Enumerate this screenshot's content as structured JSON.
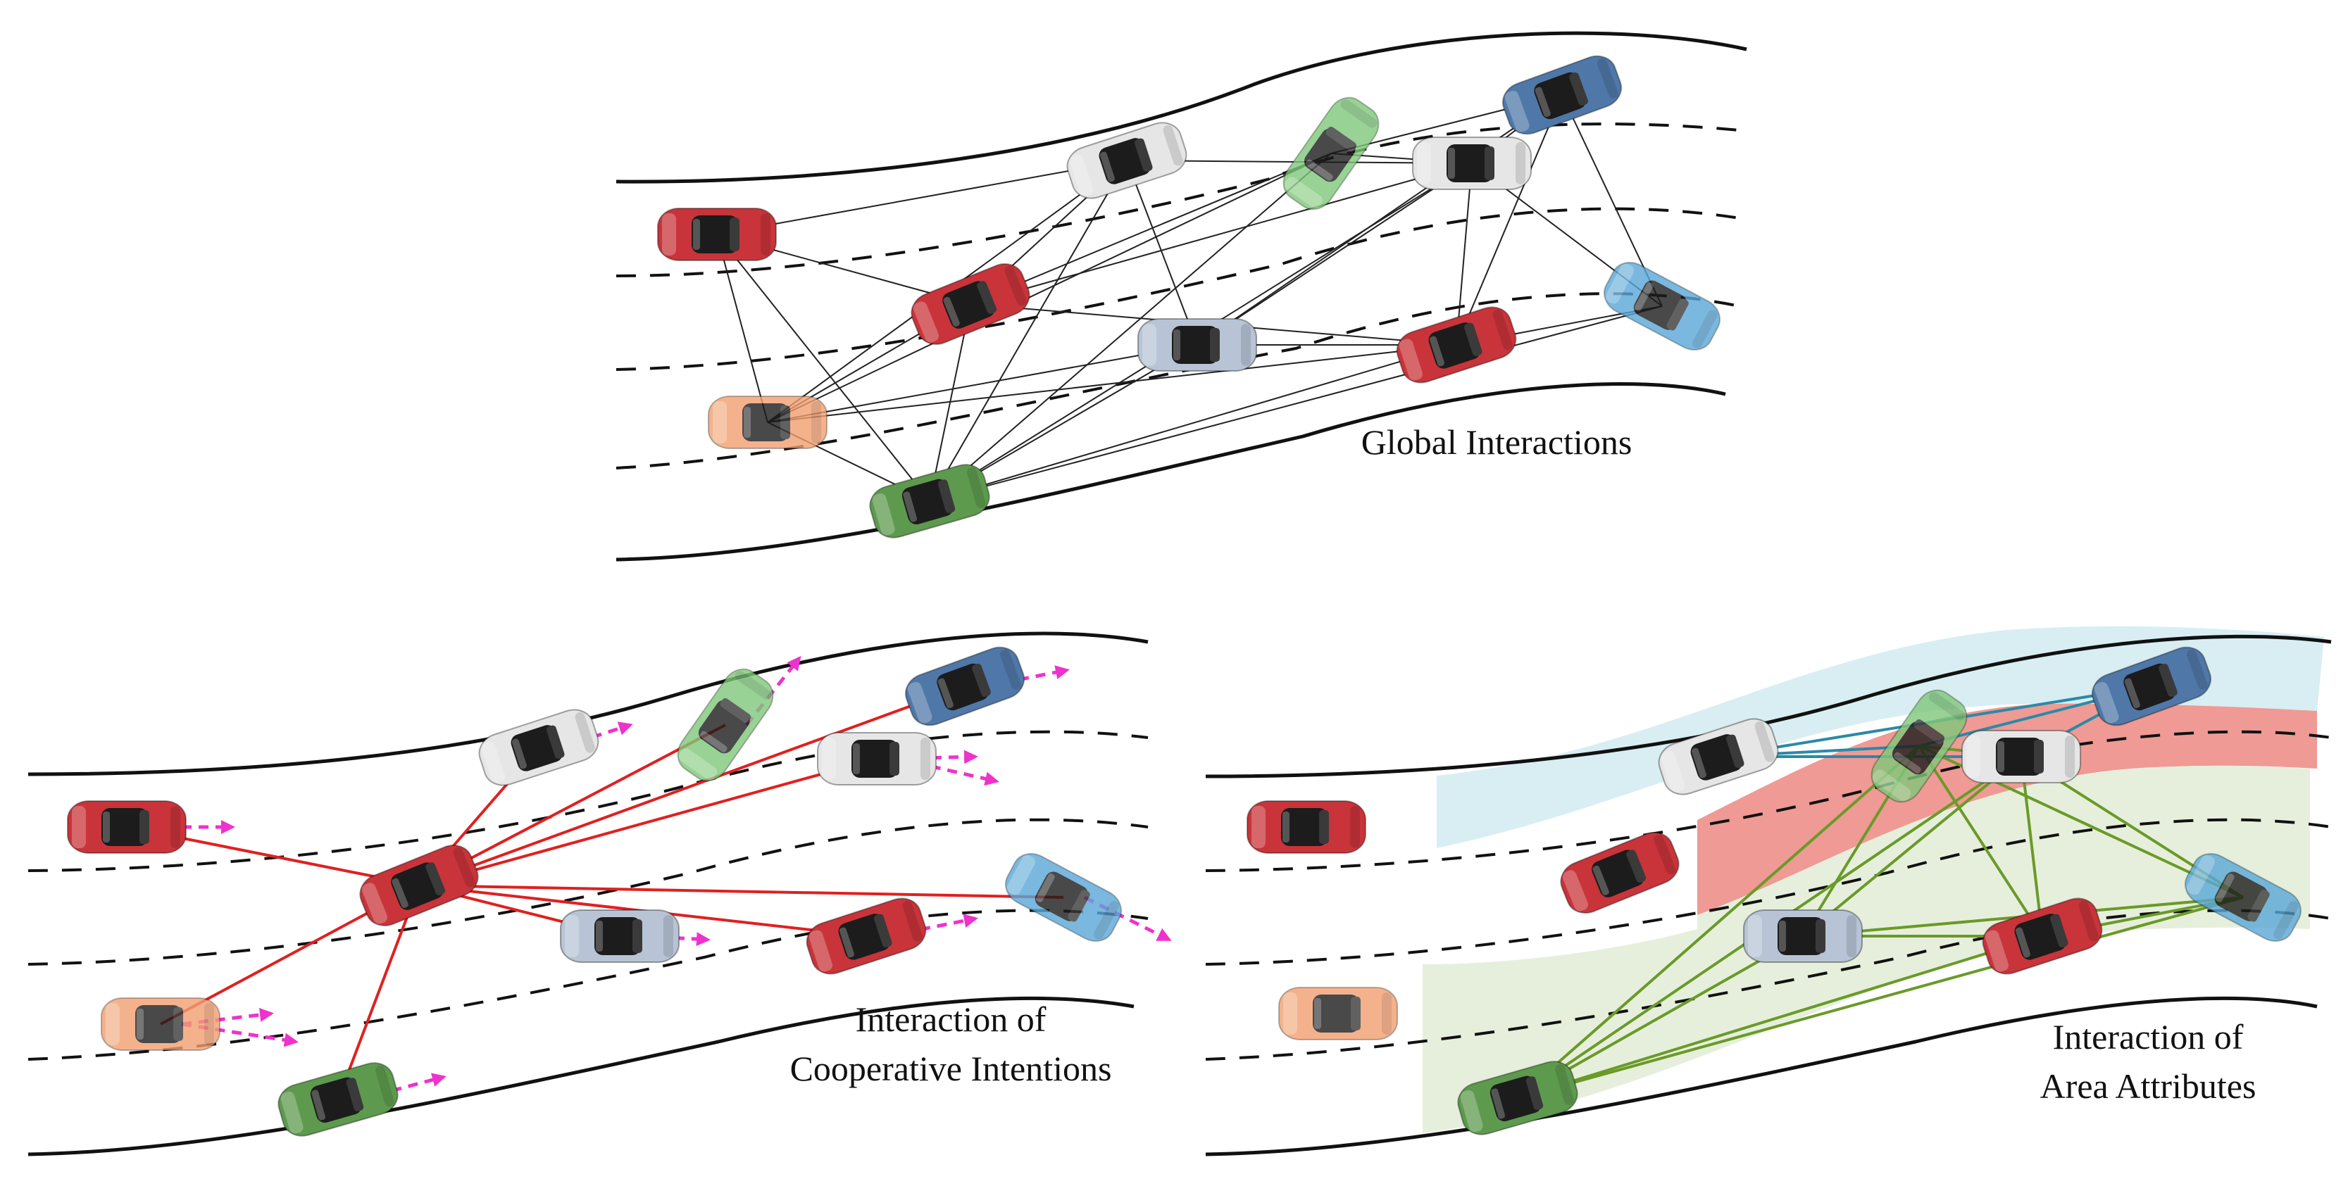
{
  "panels": {
    "global": {
      "caption": "Global Interactions"
    },
    "cooperative": {
      "caption_line1": "Interaction of",
      "caption_line2": "Cooperative Intentions"
    },
    "area": {
      "caption_line1": "Interaction of",
      "caption_line2": "Area Attributes"
    }
  },
  "colors": {
    "car_red": "#c8343a",
    "car_white": "#e6e6e6",
    "car_blue_dark": "#4f78a8",
    "car_blue_light": "#5aa7d8",
    "car_green_light": "#7fc87a",
    "car_green": "#5e9a4e",
    "car_orange": "#f2a070",
    "car_silver": "#b8c4d6",
    "global_edge": "#222222",
    "coop_edge": "#e02020",
    "intention_arrow": "#ee33cc",
    "area_edge_blue": "#2a8aa8",
    "area_edge_green": "#6a9a28",
    "zone_blue": "#d8eef2",
    "zone_red": "#ef9a94",
    "zone_green": "#e6efdc"
  }
}
